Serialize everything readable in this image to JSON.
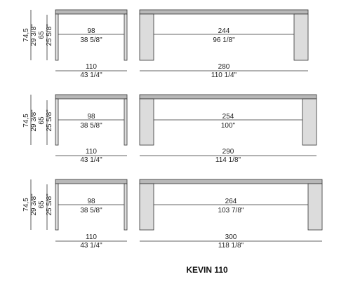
{
  "title": "KEVIN 110",
  "side_heights": {
    "total_cm": "74,5",
    "total_in": "29 3/8\"",
    "clear_cm": "65",
    "clear_in": "25 5/8\""
  },
  "rows": [
    {
      "side": {
        "inner_cm": "98",
        "inner_in": "38 5/8\"",
        "overall_cm": "110",
        "overall_in": "43 1/4\""
      },
      "front": {
        "inner_cm": "244",
        "inner_in": "96 1/8\"",
        "overall_cm": "280",
        "overall_in": "110 1/4\""
      }
    },
    {
      "side": {
        "inner_cm": "98",
        "inner_in": "38 5/8\"",
        "overall_cm": "110",
        "overall_in": "43 1/4\""
      },
      "front": {
        "inner_cm": "254",
        "inner_in": "100\"",
        "overall_cm": "290",
        "overall_in": "114 1/8\""
      }
    },
    {
      "side": {
        "inner_cm": "98",
        "inner_in": "38 5/8\"",
        "overall_cm": "110",
        "overall_in": "43 1/4\""
      },
      "front": {
        "inner_cm": "264",
        "inner_in": "103 7/8\"",
        "overall_cm": "300",
        "overall_in": "118 1/8\""
      }
    }
  ]
}
